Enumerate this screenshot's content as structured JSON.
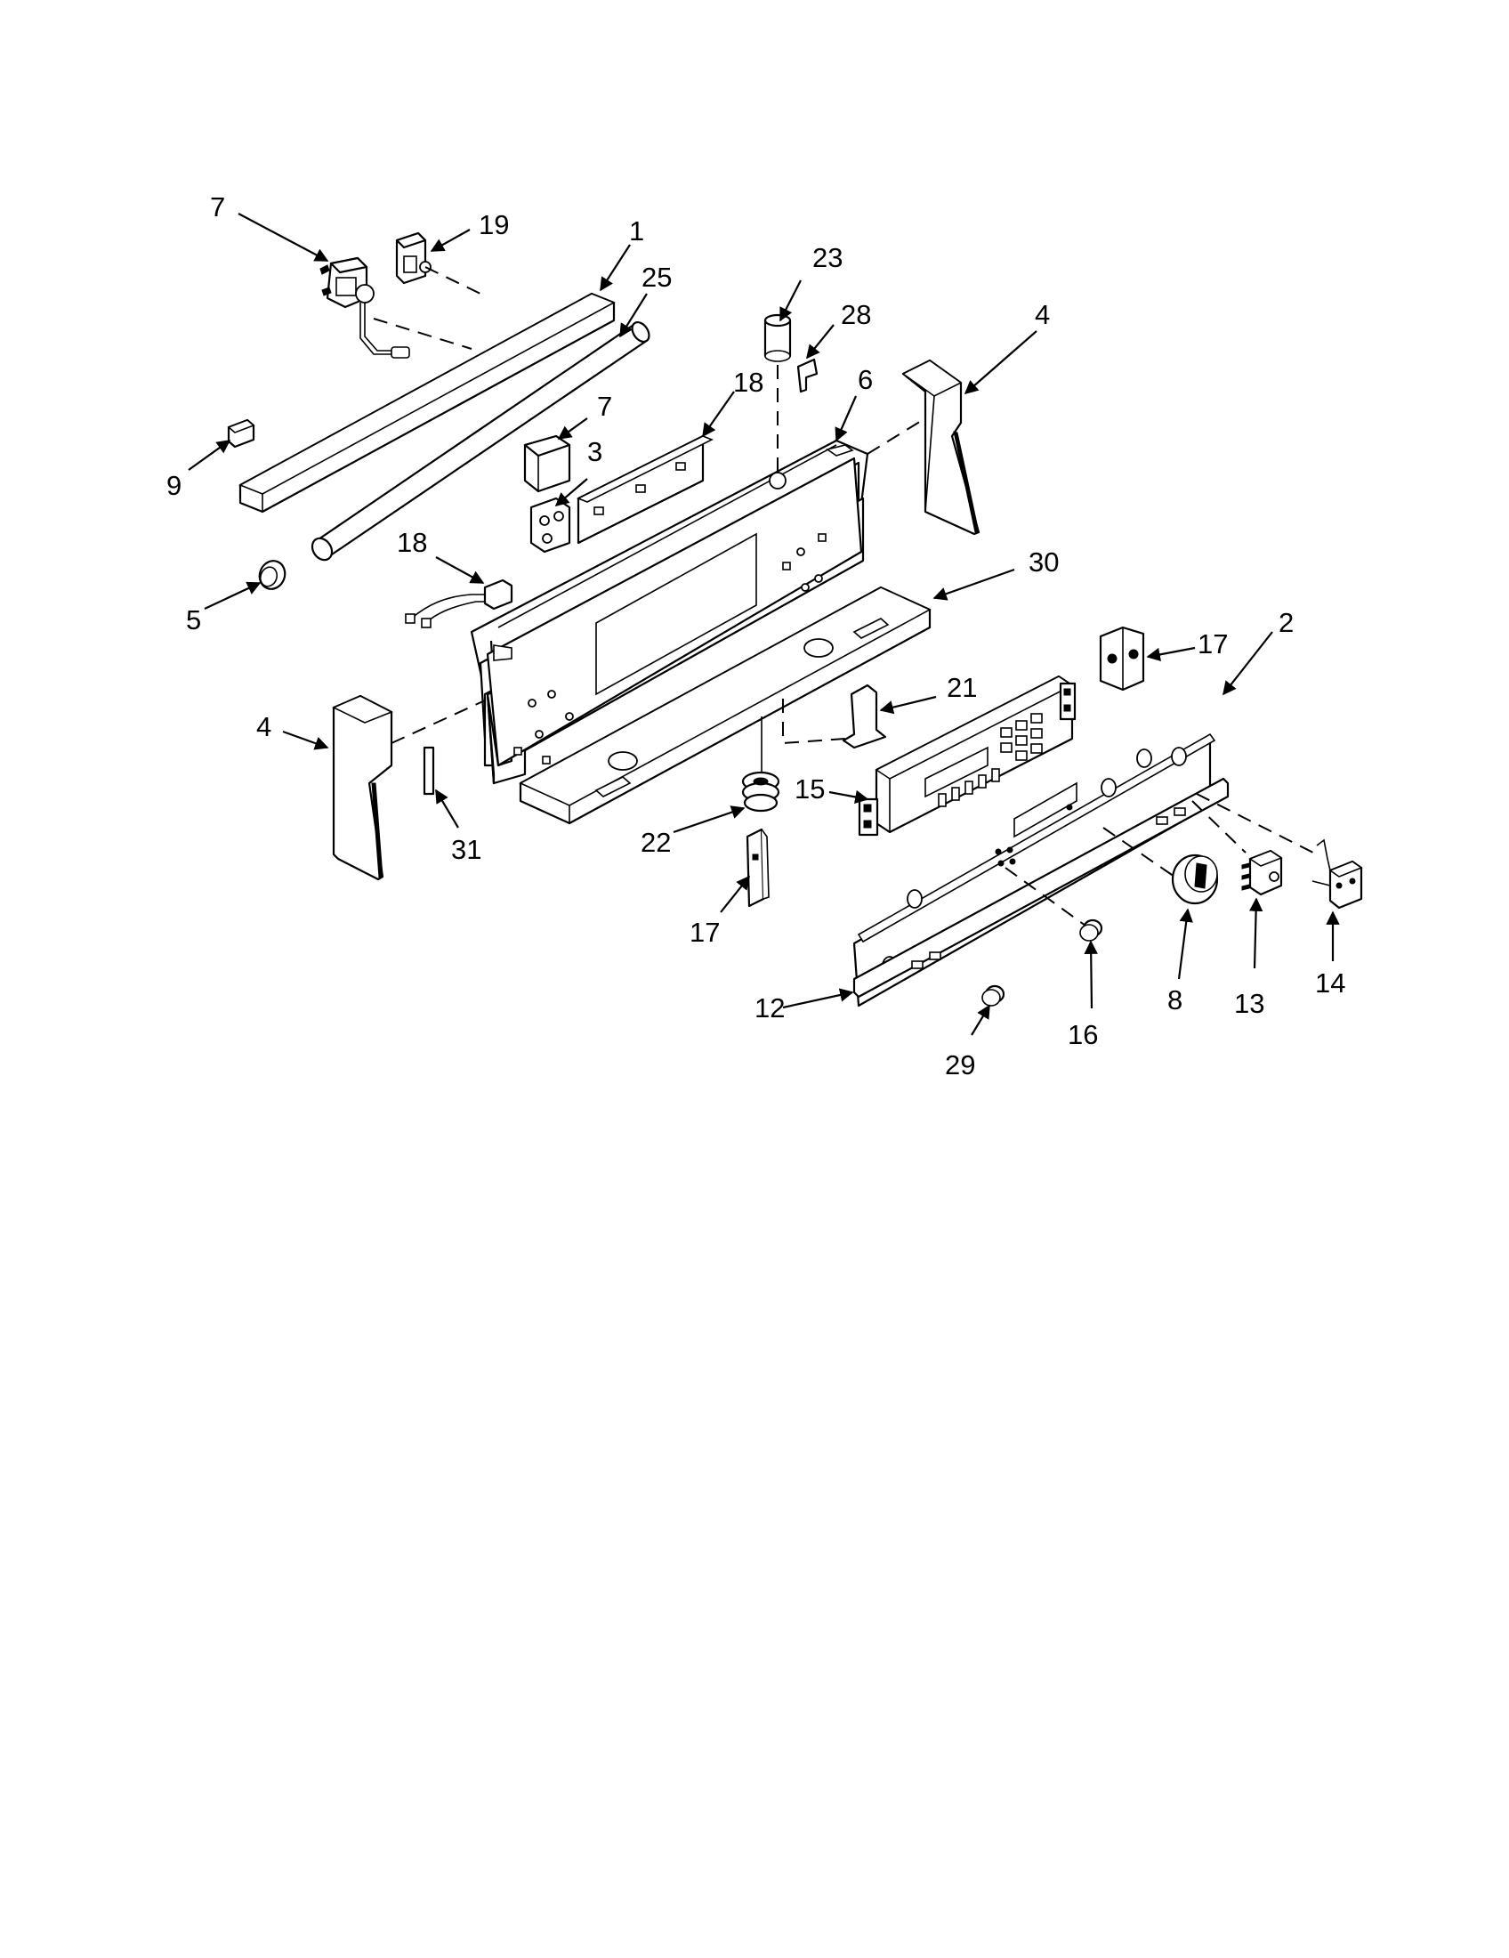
{
  "diagram": {
    "callouts": [
      {
        "id": "c7a",
        "label": "7"
      },
      {
        "id": "c19",
        "label": "19"
      },
      {
        "id": "c1",
        "label": "1"
      },
      {
        "id": "c25",
        "label": "25"
      },
      {
        "id": "c23",
        "label": "23"
      },
      {
        "id": "c28",
        "label": "28"
      },
      {
        "id": "c4a",
        "label": "4"
      },
      {
        "id": "c18a",
        "label": "18"
      },
      {
        "id": "c6",
        "label": "6"
      },
      {
        "id": "c7b",
        "label": "7"
      },
      {
        "id": "c3",
        "label": "3"
      },
      {
        "id": "c9",
        "label": "9"
      },
      {
        "id": "c18b",
        "label": "18"
      },
      {
        "id": "c5",
        "label": "5"
      },
      {
        "id": "c30",
        "label": "30"
      },
      {
        "id": "c17a",
        "label": "17"
      },
      {
        "id": "c2",
        "label": "2"
      },
      {
        "id": "c21",
        "label": "21"
      },
      {
        "id": "c4b",
        "label": "4"
      },
      {
        "id": "c31",
        "label": "31"
      },
      {
        "id": "c15",
        "label": "15"
      },
      {
        "id": "c22",
        "label": "22"
      },
      {
        "id": "c17b",
        "label": "17"
      },
      {
        "id": "c12",
        "label": "12"
      },
      {
        "id": "c16",
        "label": "16"
      },
      {
        "id": "c8",
        "label": "8"
      },
      {
        "id": "c13",
        "label": "13"
      },
      {
        "id": "c14",
        "label": "14"
      },
      {
        "id": "c29",
        "label": "29"
      }
    ]
  }
}
